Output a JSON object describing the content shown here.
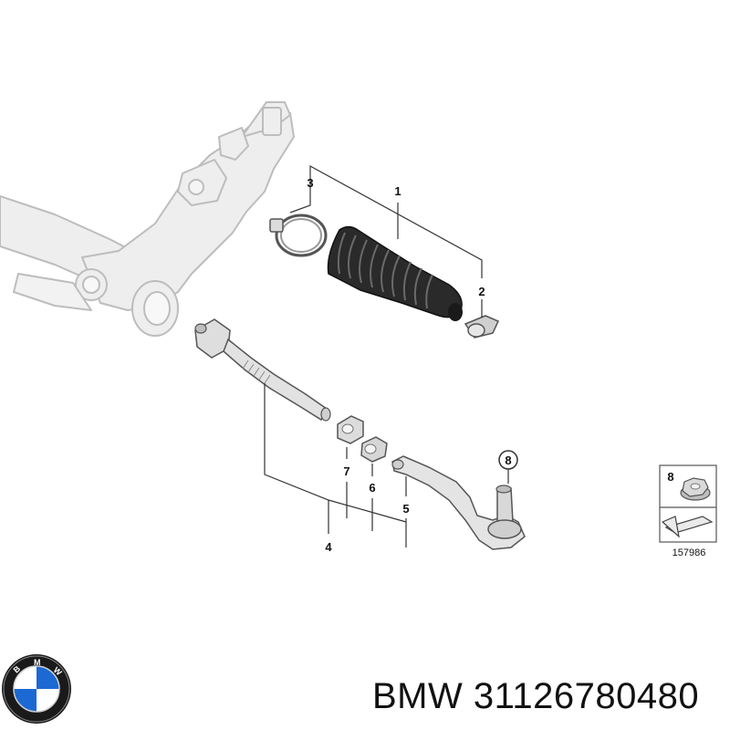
{
  "diagram": {
    "callouts": {
      "c1": "1",
      "c2": "2",
      "c3": "3",
      "c4": "4",
      "c5": "5",
      "c6": "6",
      "c7": "7",
      "c8": "8"
    },
    "legend": {
      "item_label": "8",
      "figure_number": "157986"
    }
  },
  "caption": {
    "brand": "BMW",
    "part_number": "31126780480"
  },
  "colors": {
    "ghost_part": "#d9d9d9",
    "part_outline": "#555555",
    "boot_dark": "#2a2a2a",
    "leader_line": "#333333",
    "logo_blue": "#1c69d4"
  }
}
